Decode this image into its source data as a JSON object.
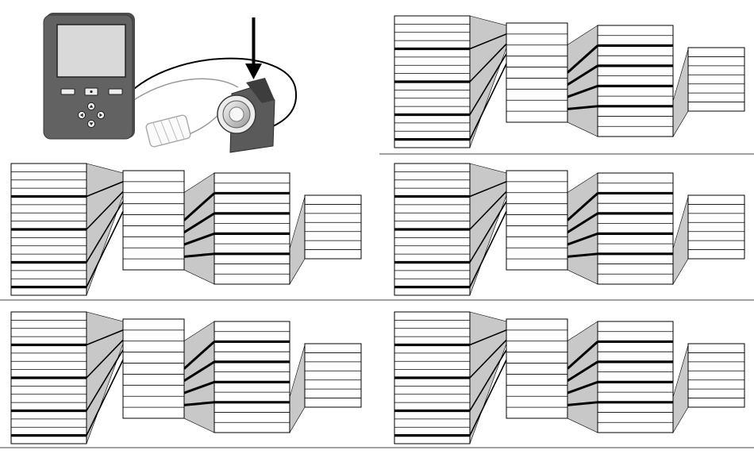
{
  "figure": {
    "device": {
      "screen_icon": "lcd-screen-icon",
      "buttons": [
        "left-softkey-icon",
        "center-select-icon",
        "right-softkey-icon"
      ],
      "dpad_icons": [
        "arrow-up-icon",
        "arrow-left-icon",
        "arrow-right-icon",
        "arrow-down-icon"
      ],
      "cable_icon": "cable-icon",
      "connector_icon": "connector-plug-icon",
      "sensor_icon": "sensor-module-icon",
      "pointer_icon": "down-arrow-icon"
    },
    "colors": {
      "device_body": "#5f5f5f",
      "screen": "#d9d9d9",
      "wedge": "#c8c8c8",
      "line": "#000000",
      "divider": "#444444"
    },
    "menu_panels": {
      "count": 5,
      "levels": [
        {
          "rows": 16,
          "thick_after": [
            3,
            7,
            11,
            14
          ]
        },
        {
          "rows": 9
        },
        {
          "rows": 11,
          "thick_after": [
            1,
            3,
            5,
            7
          ]
        },
        {
          "rows": 7
        }
      ]
    }
  }
}
